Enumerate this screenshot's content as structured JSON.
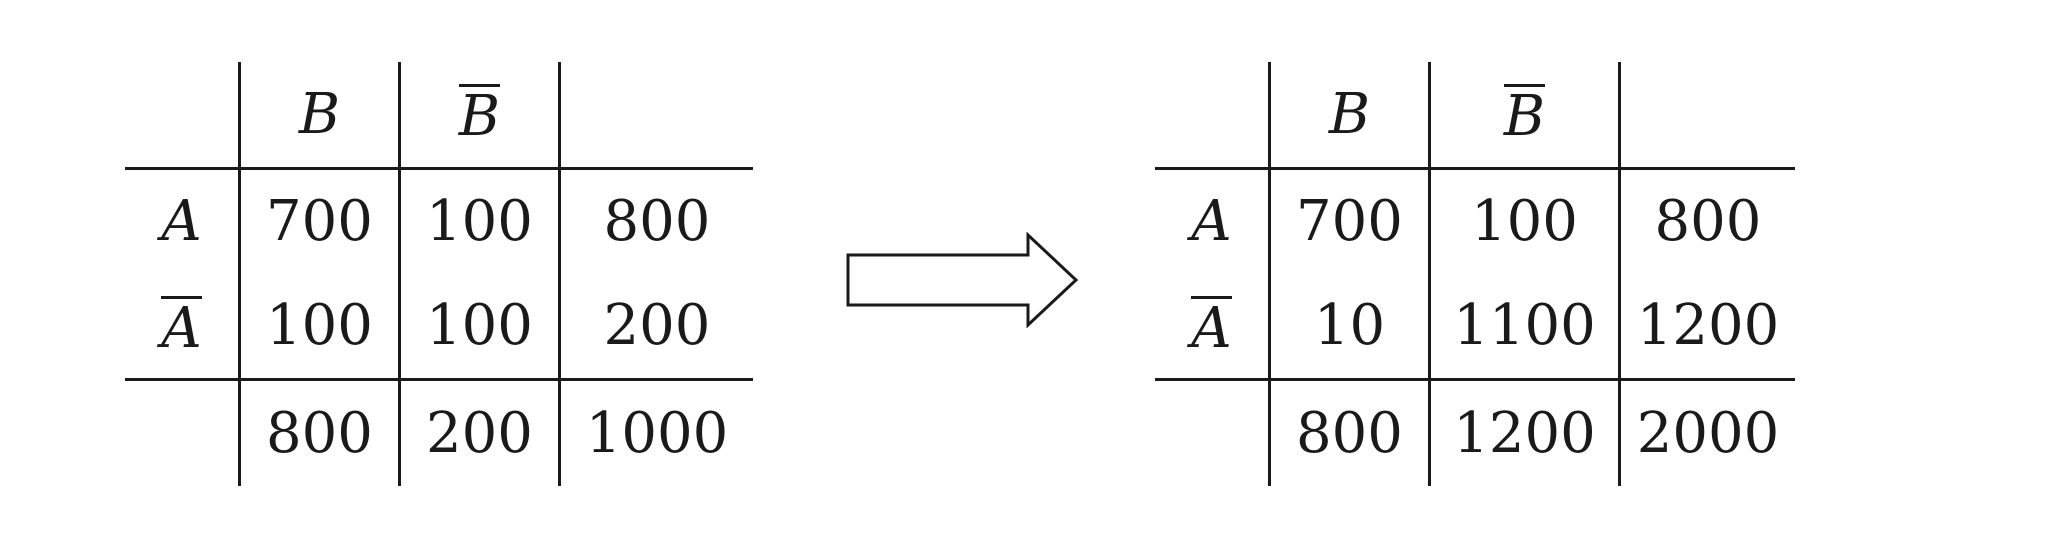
{
  "tables": [
    {
      "col_headers": [
        "B",
        "B"
      ],
      "col_header_overbar": [
        false,
        true
      ],
      "row_headers": [
        "A",
        "A",
        ""
      ],
      "row_header_overbar": [
        false,
        true,
        false
      ],
      "rows": [
        [
          "700",
          "100",
          "800"
        ],
        [
          "100",
          "100",
          "200"
        ],
        [
          "800",
          "200",
          "1000"
        ]
      ]
    },
    {
      "col_headers": [
        "B",
        "B"
      ],
      "col_header_overbar": [
        false,
        true
      ],
      "row_headers": [
        "A",
        "A",
        ""
      ],
      "row_header_overbar": [
        false,
        true,
        false
      ],
      "rows": [
        [
          "700",
          "100",
          "800"
        ],
        [
          "10",
          "1100",
          "1200"
        ],
        [
          "800",
          "1200",
          "2000"
        ]
      ]
    }
  ],
  "arrow": {
    "icon": "right-arrow-icon",
    "direction": "right"
  }
}
